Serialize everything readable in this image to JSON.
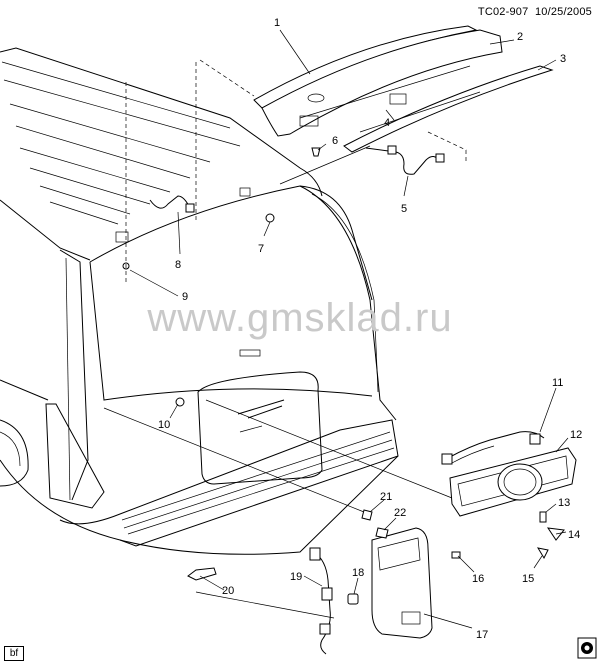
{
  "header": {
    "code": "TC02-907",
    "date": "10/25/2005"
  },
  "watermark": "www.gmsklad.ru",
  "corner_tag": "bf",
  "icons": {
    "corner_symbol": "wheel-in-box-icon"
  },
  "parts": [
    {
      "num": "1"
    },
    {
      "num": "2"
    },
    {
      "num": "3"
    },
    {
      "num": "4"
    },
    {
      "num": "5"
    },
    {
      "num": "6"
    },
    {
      "num": "7"
    },
    {
      "num": "8"
    },
    {
      "num": "9"
    },
    {
      "num": "10"
    },
    {
      "num": "11"
    },
    {
      "num": "12"
    },
    {
      "num": "13"
    },
    {
      "num": "14"
    },
    {
      "num": "15"
    },
    {
      "num": "16"
    },
    {
      "num": "17"
    },
    {
      "num": "18"
    },
    {
      "num": "19"
    },
    {
      "num": "20"
    },
    {
      "num": "21"
    },
    {
      "num": "22"
    }
  ]
}
